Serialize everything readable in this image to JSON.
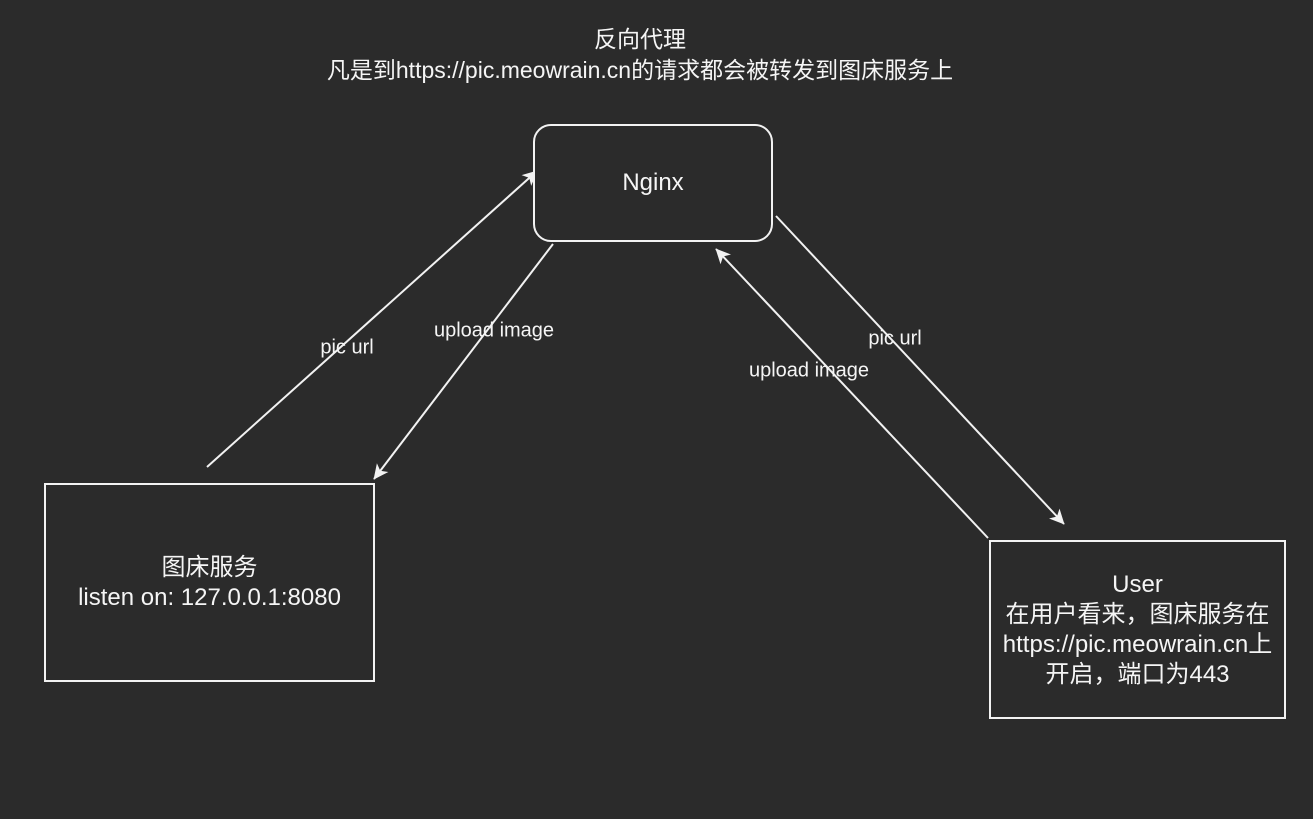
{
  "colors": {
    "background": "#2b2b2b",
    "stroke": "#f2f2f2",
    "text": "#f5f5f5"
  },
  "title": {
    "line1": "反向代理",
    "line2": "凡是到https://pic.meowrain.cn的请求都会被转发到图床服务上"
  },
  "nodes": {
    "nginx": {
      "label": "Nginx"
    },
    "image_host": {
      "line1": "图床服务",
      "line2": "listen on: 127.0.0.1:8080"
    },
    "user": {
      "line1": "User",
      "line2": "在用户看来，图床服务在",
      "line3": "https://pic.meowrain.cn上",
      "line4": "开启，端口为443"
    }
  },
  "edges": {
    "pic_url_left": {
      "label": "pic url",
      "from": "image-host-service",
      "to": "nginx"
    },
    "upload_image_left": {
      "label": "upload image",
      "from": "nginx",
      "to": "image-host-service"
    },
    "upload_image_right": {
      "label": "upload image",
      "from": "user",
      "to": "nginx"
    },
    "pic_url_right": {
      "label": "pic url",
      "from": "nginx",
      "to": "user"
    }
  }
}
